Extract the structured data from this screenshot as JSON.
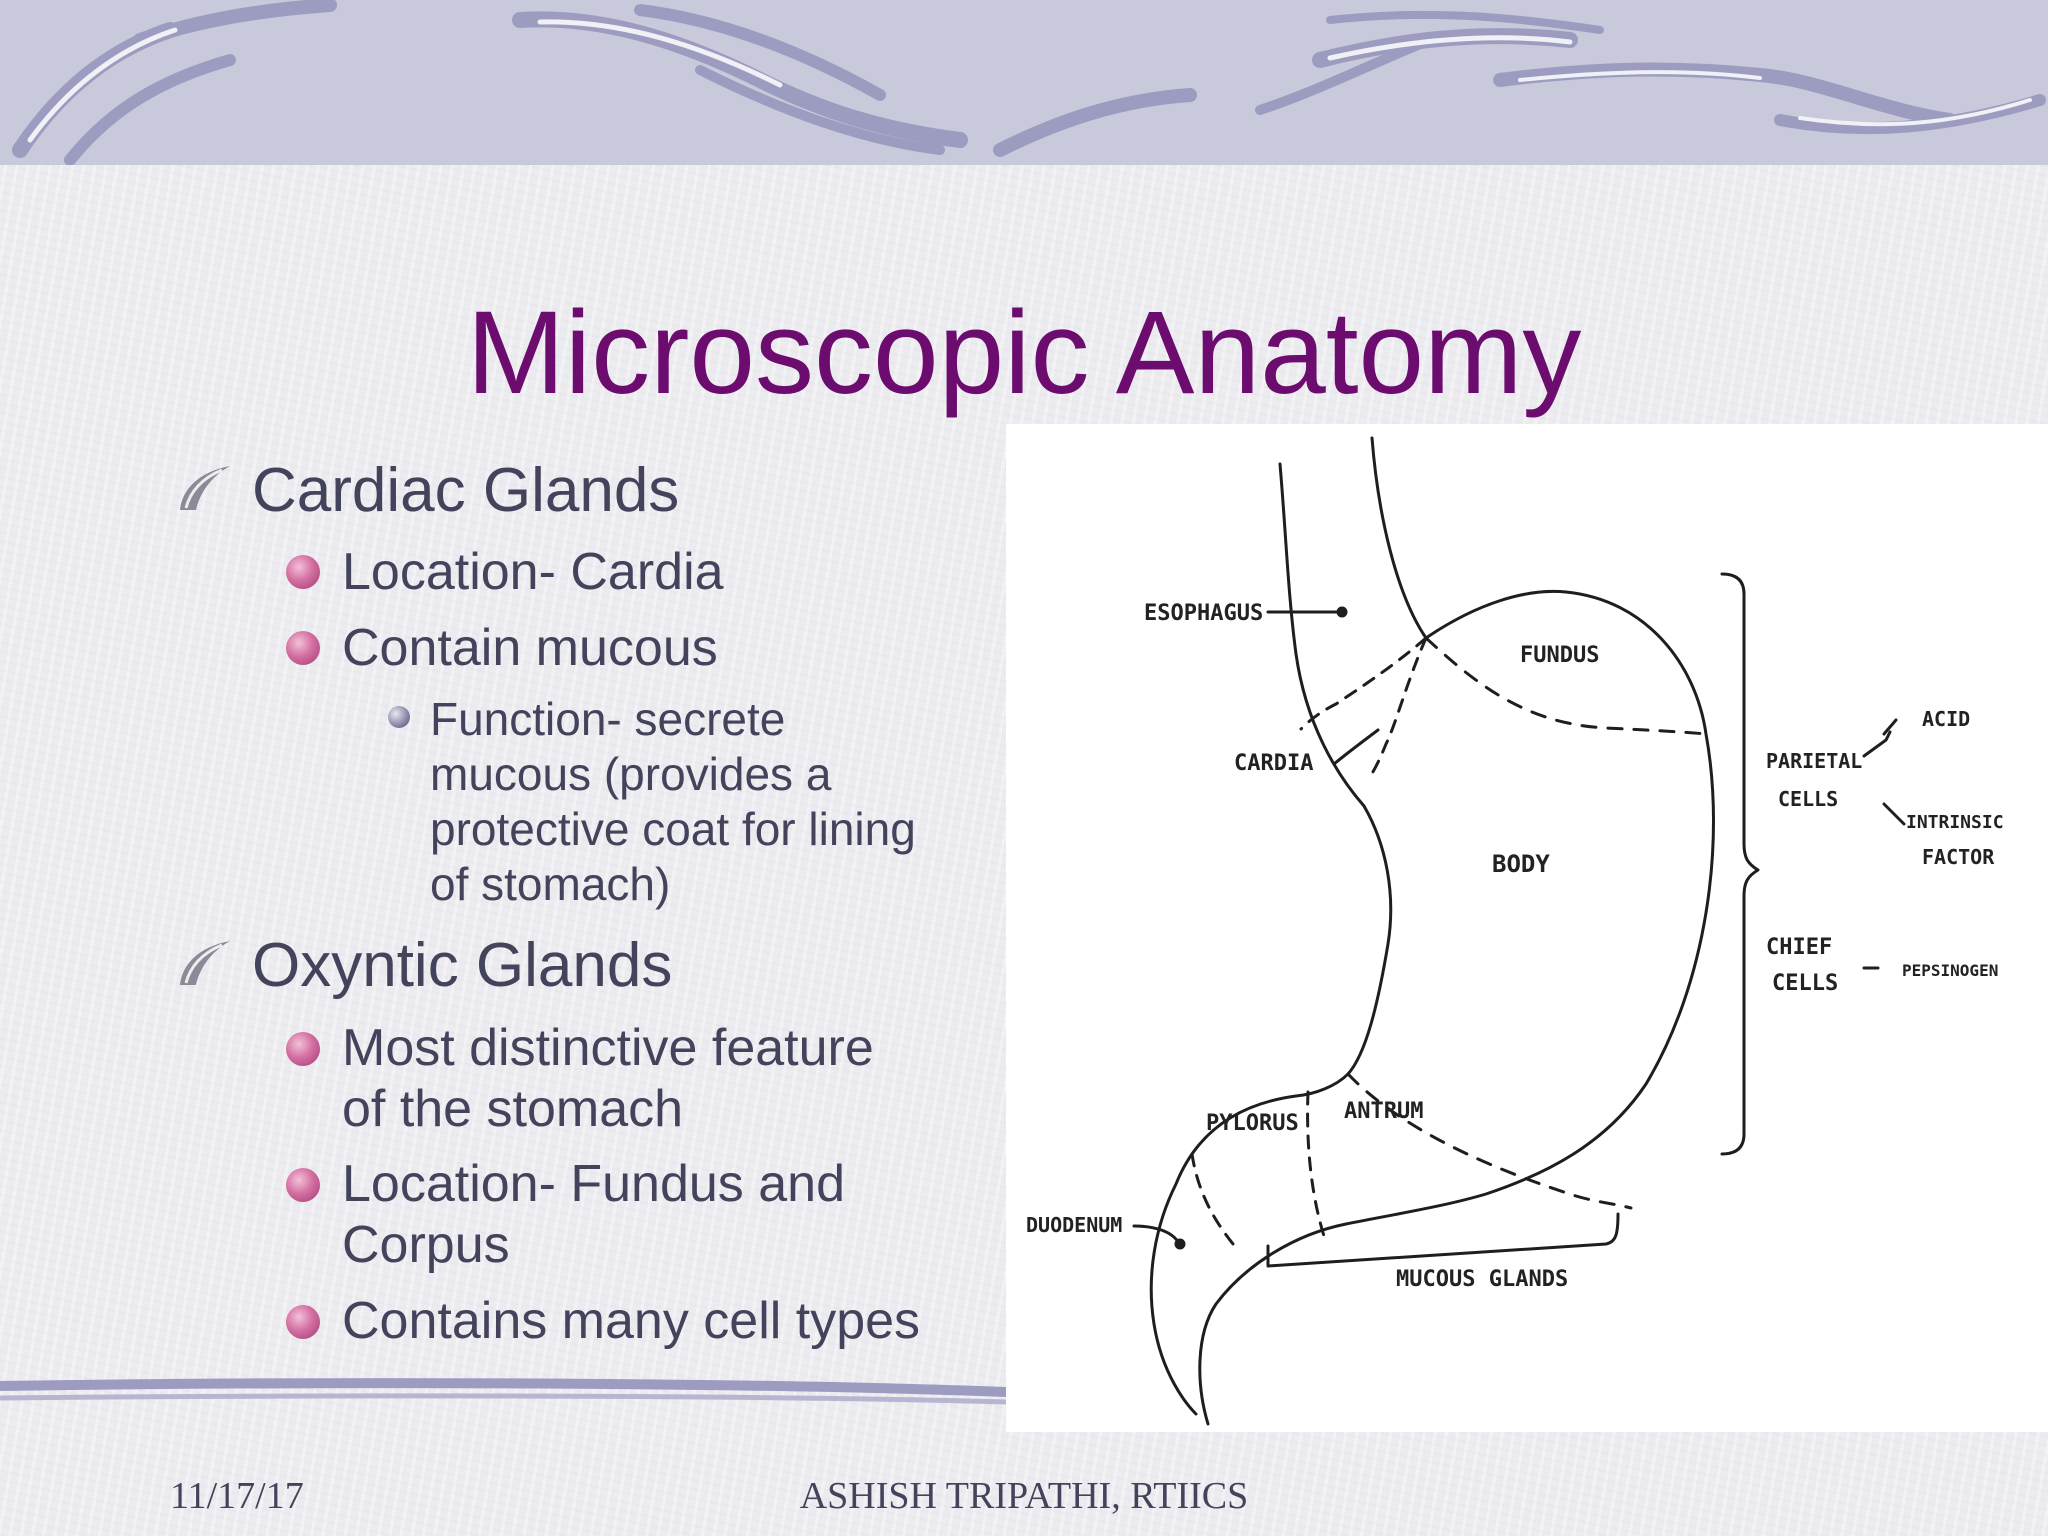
{
  "title": "Microscopic Anatomy",
  "sections": [
    {
      "heading": "Cardiac Glands",
      "items": [
        {
          "text": "Location- Cardia"
        },
        {
          "text": "Contain mucous",
          "sub": [
            "Function- secrete",
            "mucous (provides a",
            "protective coat for lining",
            "of stomach)"
          ]
        }
      ]
    },
    {
      "heading": "Oxyntic Glands",
      "items": [
        {
          "lines": [
            "Most distinctive feature",
            "of the stomach"
          ]
        },
        {
          "lines": [
            "Location- Fundus and",
            "Corpus"
          ]
        },
        {
          "text": "Contains many cell types"
        }
      ]
    }
  ],
  "diagram": {
    "esophagus": "ESOPHAGUS",
    "fundus": "FUNDUS",
    "cardia": "CARDIA",
    "body": "BODY",
    "pylorus": "PYLORUS",
    "antrum": "ANTRUM",
    "duodenum": "DUODENUM",
    "mucous_glands": "MUCOUS GLANDS",
    "parietal_1": "PARIETAL",
    "parietal_2": "CELLS",
    "acid": "ACID",
    "intrinsic_1": "INTRINSIC",
    "intrinsic_2": "FACTOR",
    "chief_1": "CHIEF",
    "chief_2": "CELLS",
    "pepsinogen": "PEPSINOGEN"
  },
  "footer": {
    "date": "11/17/17",
    "author": "ASHISH TRIPATHI, RTIICS"
  }
}
